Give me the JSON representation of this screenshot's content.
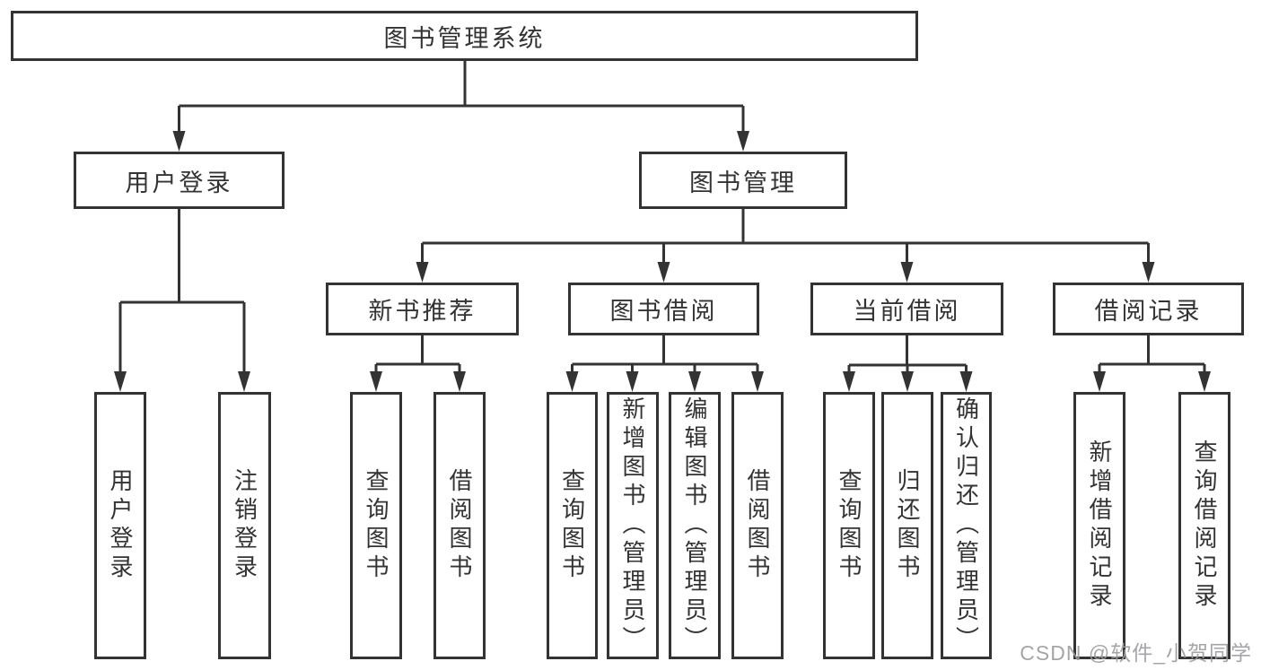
{
  "tree": {
    "label": "图书管理系统",
    "children": [
      {
        "label": "用户登录",
        "children": [
          {
            "label": "用户登录"
          },
          {
            "label": "注销登录"
          }
        ]
      },
      {
        "label": "图书管理",
        "children": [
          {
            "label": "新书推荐",
            "children": [
              {
                "label": "查询图书"
              },
              {
                "label": "借阅图书"
              }
            ]
          },
          {
            "label": "图书借阅",
            "children": [
              {
                "label": "查询图书"
              },
              {
                "label": "新增图书（管理员）"
              },
              {
                "label": "编辑图书（管理员）"
              },
              {
                "label": "借阅图书"
              }
            ]
          },
          {
            "label": "当前借阅",
            "children": [
              {
                "label": "查询图书"
              },
              {
                "label": "归还图书"
              },
              {
                "label": "确认归还（管理员）"
              }
            ]
          },
          {
            "label": "借阅记录",
            "children": [
              {
                "label": "新增借阅记录"
              },
              {
                "label": "查询借阅记录"
              }
            ]
          }
        ]
      }
    ]
  },
  "watermark": "CSDN @软件_小贺同学",
  "colors": {
    "line": "#333333",
    "box_border": "#333333",
    "text": "#333333",
    "background": "#ffffff",
    "watermark": "#9b9b9e"
  }
}
